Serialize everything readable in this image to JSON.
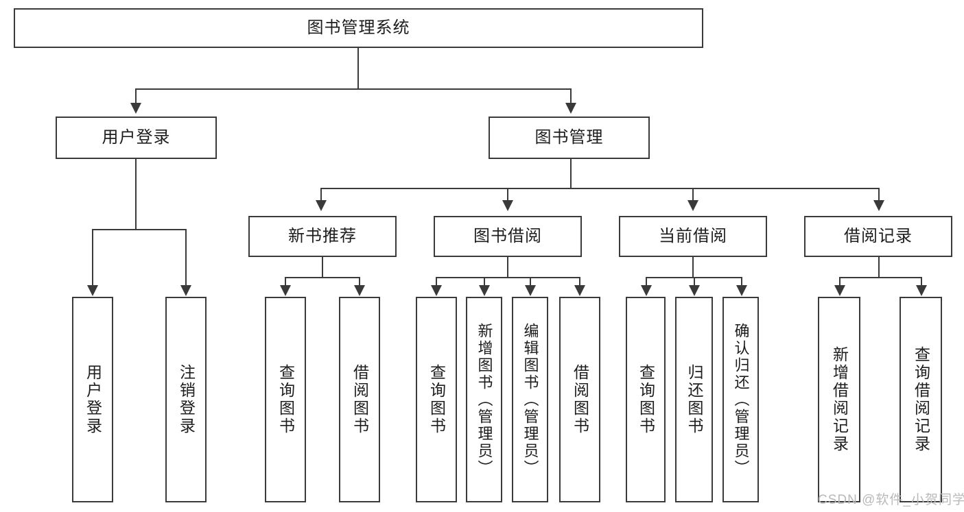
{
  "diagram": {
    "type": "tree",
    "title_node": {
      "label": "图书管理系统"
    },
    "level2": [
      {
        "label": "用户登录"
      },
      {
        "label": "图书管理"
      }
    ],
    "level3": [
      {
        "label": "新书推荐"
      },
      {
        "label": "图书借阅"
      },
      {
        "label": "当前借阅"
      },
      {
        "label": "借阅记录"
      }
    ],
    "leaves": {
      "user_login": [
        {
          "label": "用户登录"
        },
        {
          "label": "注销登录"
        }
      ],
      "new_book_recommend": [
        {
          "label": "查询图书"
        },
        {
          "label": "借阅图书"
        }
      ],
      "book_borrow": [
        {
          "label": "查询图书"
        },
        {
          "label": "新增图书（管理员）"
        },
        {
          "label": "编辑图书（管理员）"
        },
        {
          "label": "借阅图书"
        }
      ],
      "current_borrow": [
        {
          "label": "查询图书"
        },
        {
          "label": "归还图书"
        },
        {
          "label": "确认归还（管理员）"
        }
      ],
      "borrow_record": [
        {
          "label": "新增借阅记录"
        },
        {
          "label": "查询借阅记录"
        }
      ]
    }
  },
  "watermark": {
    "text": "CSDN @软件_小贺同学"
  },
  "colors": {
    "box_border": "#3a3a3a",
    "box_fill": "#ffffff",
    "text": "#1d1d1d",
    "connector": "#3a3a3a",
    "watermark": "#b9b9b9",
    "background": "#ffffff"
  }
}
